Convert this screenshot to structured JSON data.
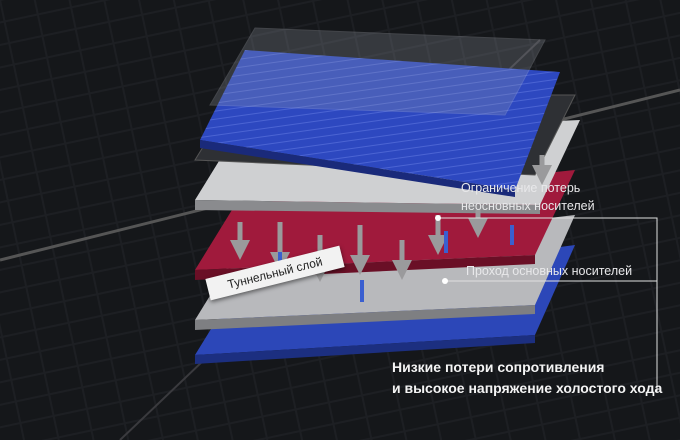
{
  "labels": {
    "minority_loss_line1": "Ограничение потерь",
    "minority_loss_line2": "неосновных носителей",
    "majority_pass": "Проход основных носителей",
    "bottom_line1": "Низкие потери сопротивления",
    "bottom_line2": "и высокое напряжение холостого хода",
    "tunnel_layer": "Туннельный слой"
  },
  "colors": {
    "background": "#1a1c20",
    "blue_layer": "#2c47b8",
    "red_layer": "#a01a3c",
    "gray_layer": "#c9cacc",
    "dark_layer": "#2a2c30"
  }
}
